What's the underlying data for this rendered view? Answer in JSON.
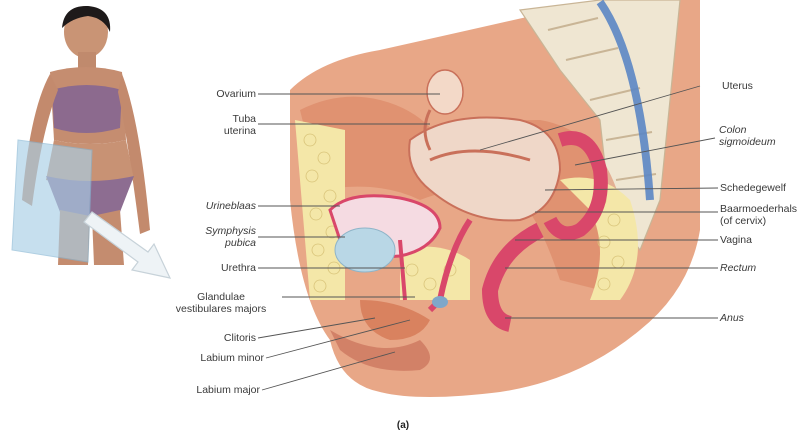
{
  "figure": {
    "caption": "(a)"
  },
  "labels_left": [
    {
      "key": "ovarium",
      "text": "Ovarium",
      "italic": false
    },
    {
      "key": "tuba",
      "text": "Tuba\nuterina",
      "italic": false
    },
    {
      "key": "urineblaas",
      "text": "Urineblaas",
      "italic": true
    },
    {
      "key": "symphysis",
      "text": "Symphysis\npubica",
      "italic": true
    },
    {
      "key": "urethra",
      "text": "Urethra",
      "italic": false
    },
    {
      "key": "glandulae",
      "text": "Glandulae\nvestibulares majors",
      "italic": false
    },
    {
      "key": "clitoris",
      "text": "Clitoris",
      "italic": false
    },
    {
      "key": "labium-minor",
      "text": "Labium minor",
      "italic": false
    },
    {
      "key": "labium-major",
      "text": "Labium major",
      "italic": false
    }
  ],
  "labels_right": [
    {
      "key": "uterus",
      "text": "Uterus",
      "italic": false
    },
    {
      "key": "colon",
      "text": "Colon\nsigmoideum",
      "italic": true
    },
    {
      "key": "schedegewelf",
      "text": "Schedegewelf",
      "italic": false
    },
    {
      "key": "baarmoederhals",
      "text": "Baarmoederhals\n(of cervix)",
      "italic": false
    },
    {
      "key": "vagina",
      "text": "Vagina",
      "italic": false
    },
    {
      "key": "rectum",
      "text": "Rectum",
      "italic": true
    },
    {
      "key": "anus",
      "text": "Anus",
      "italic": false
    }
  ],
  "colors": {
    "tissue": "#e8a787",
    "tissue_dark": "#c9705a",
    "mucosa": "#d9476a",
    "fat": "#f4e7a8",
    "bone": "#efe6d2",
    "bladder": "#b9d7e6",
    "leader": "#555555"
  }
}
